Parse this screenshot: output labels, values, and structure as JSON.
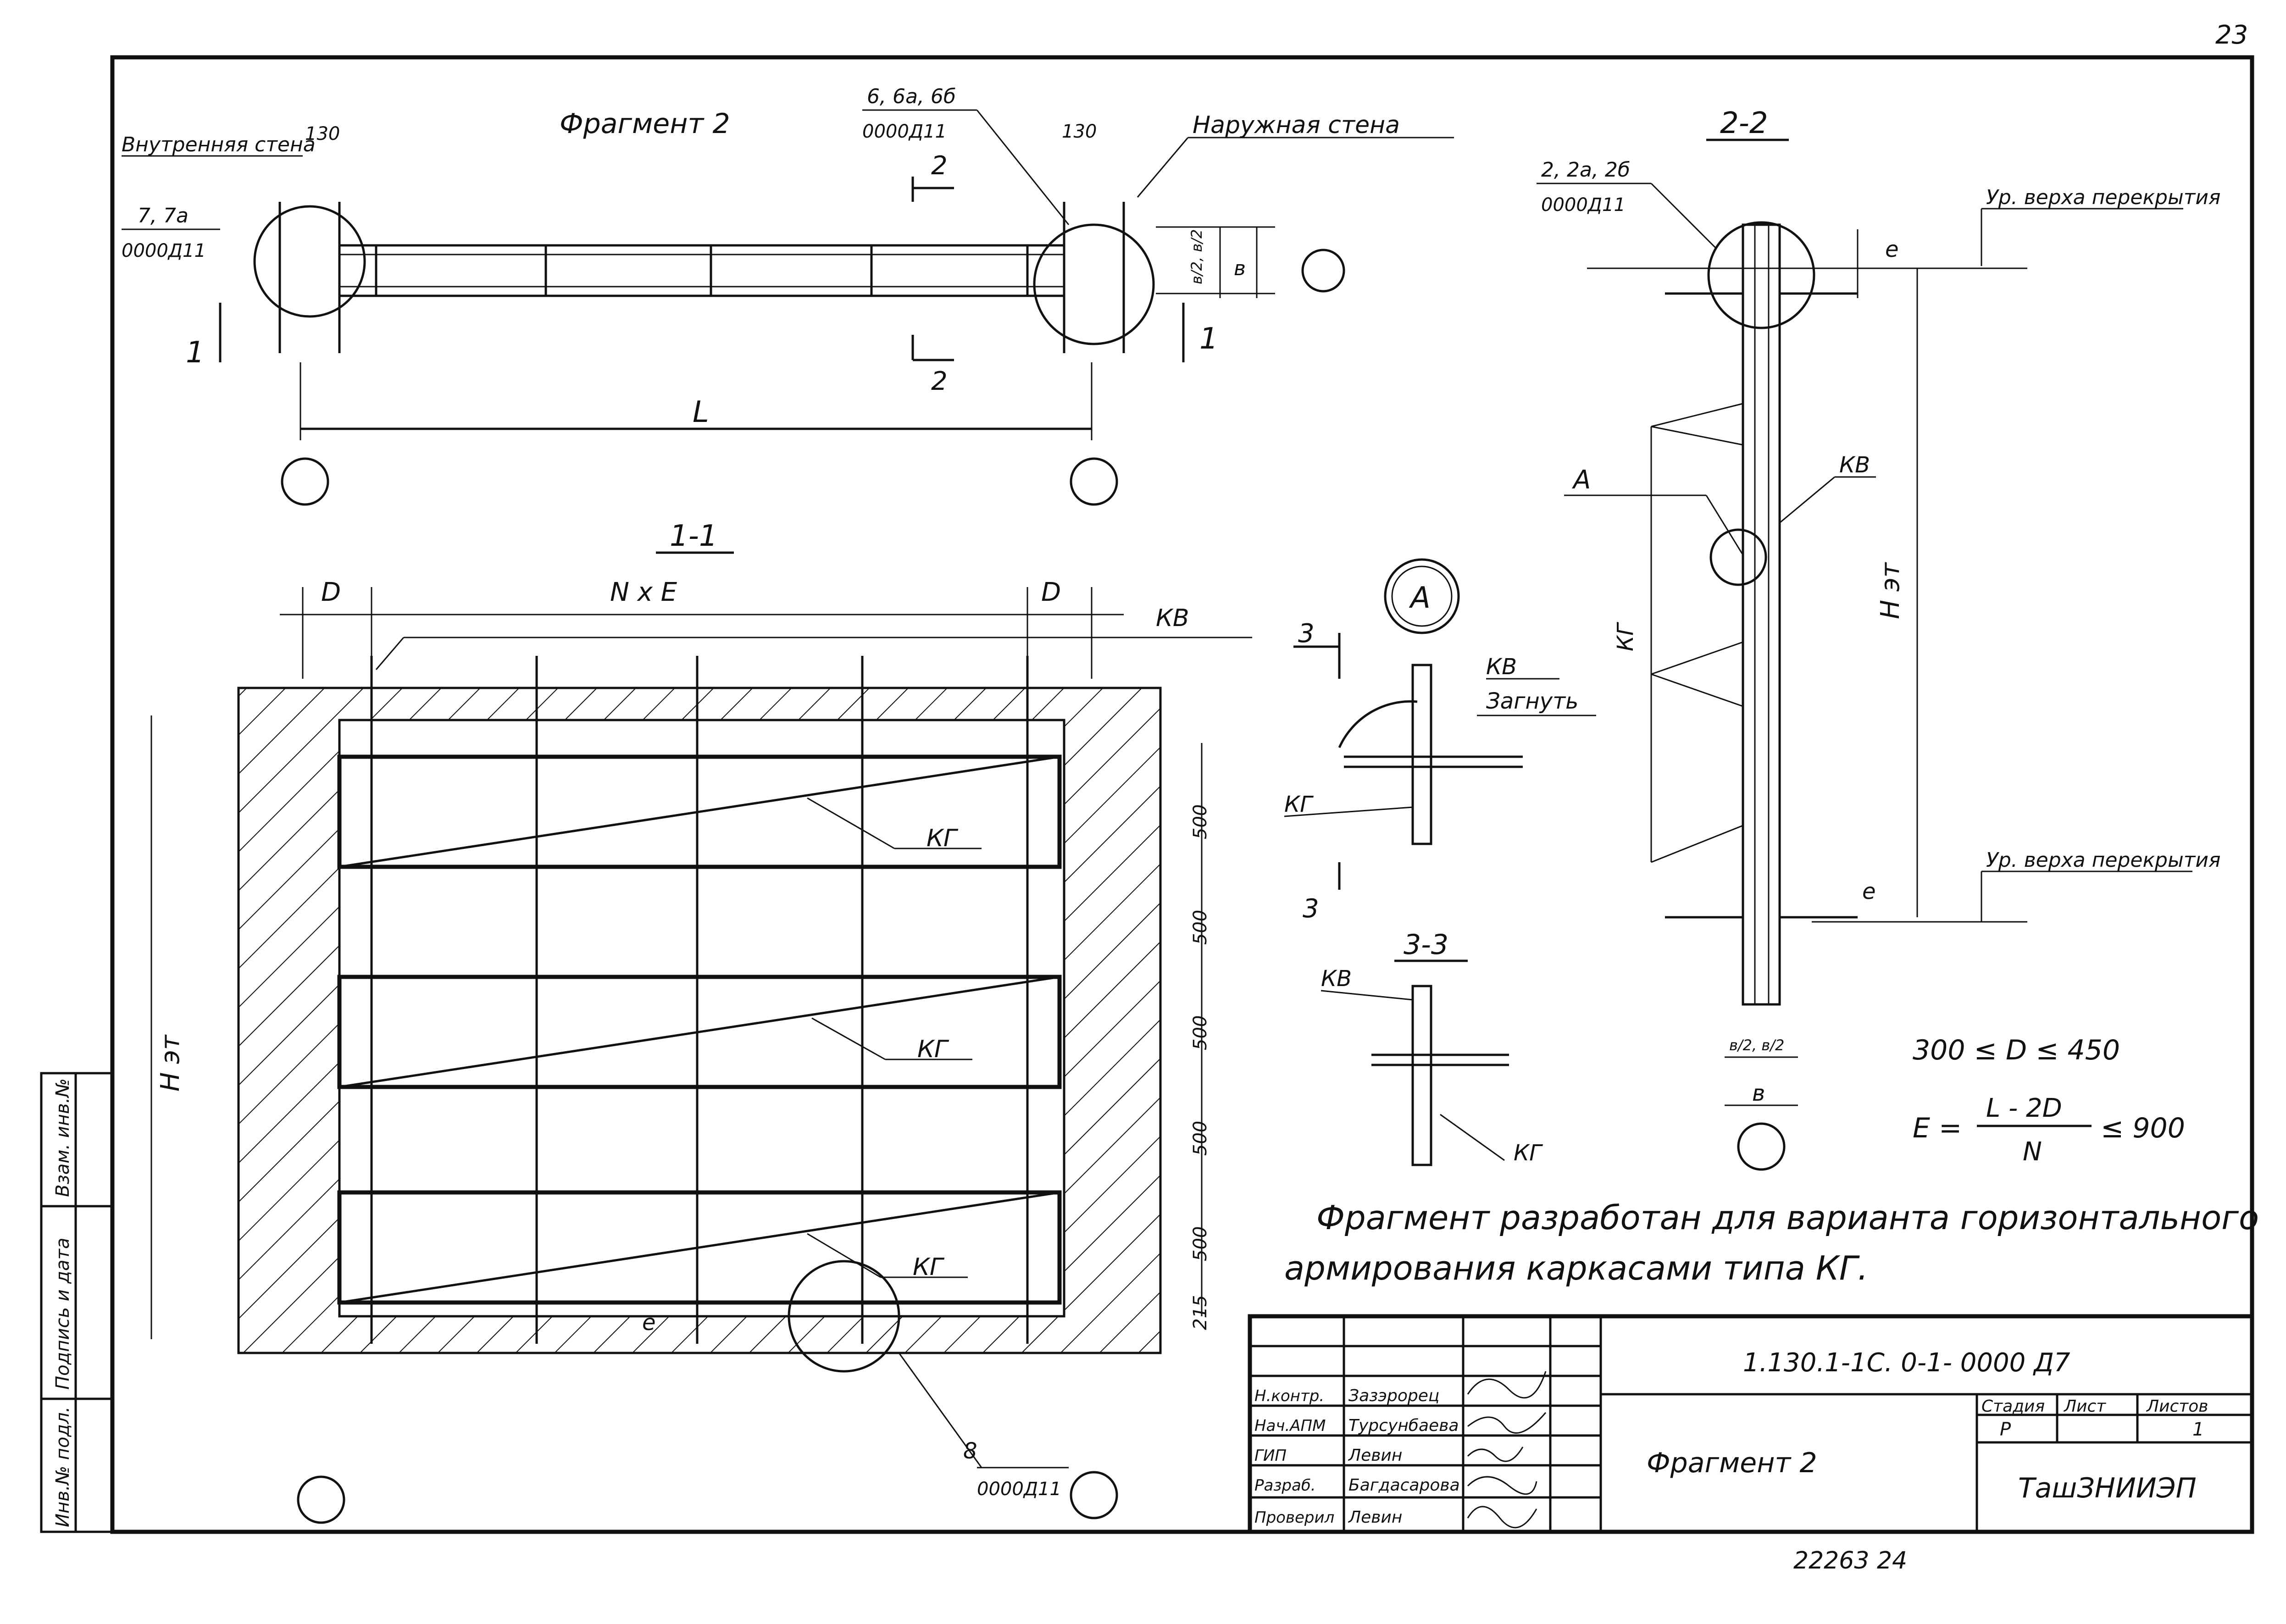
{
  "sheet_number": "23",
  "fragment_plan": {
    "title": "Фрагмент 2",
    "inner_wall": "Внутренняя стена",
    "outer_wall": "Наружная стена",
    "dim_130_left": "130",
    "dim_130_right": "130",
    "ref_left_marks": "7, 7а",
    "ref_left_code": "0000Д11",
    "ref_mid_marks": "6, 6а, 6б",
    "ref_mid_code": "0000Д11",
    "dim_b": "в",
    "dim_b2": "в/2, в/2",
    "span_label": "L",
    "section_mark_2": "2",
    "section_mark_1": "1"
  },
  "section_1_1": {
    "title": "1-1",
    "dim_d_left": "D",
    "dim_nxe": "N x E",
    "dim_d_right": "D",
    "label_kv": "КВ",
    "label_kg": "КГ",
    "height": "H эт",
    "dims_right": [
      "500",
      "500",
      "500",
      "500",
      "500",
      "215"
    ],
    "dim_bottom_right": "e",
    "ref_bottom_mark": "8",
    "ref_bottom_code": "0000Д11"
  },
  "detail_a": {
    "marker": "А",
    "section_mark": "3",
    "label_kv": "КВ",
    "bend_note": "Загнуть",
    "label_kg": "КГ"
  },
  "section_3_3": {
    "title": "3-3",
    "label_kv": "КВ",
    "label_kg": "КГ"
  },
  "section_2_2": {
    "title": "2-2",
    "ref_marks": "2, 2а, 2б",
    "ref_code": "0000Д11",
    "level_top": "Ур. верха перекрытия",
    "level_bottom": "Ур. верха перекрытия",
    "dim_e": "e",
    "label_a": "А",
    "label_kv": "КВ",
    "label_kg": "КГ",
    "height": "H эт",
    "dim_b2": "в/2, в/2",
    "dim_b": "в"
  },
  "formulas": {
    "range": "300 ≤ D ≤ 450",
    "e_lhs": "E =",
    "e_num": "L - 2D",
    "e_den": "N",
    "e_rhs": "≤ 900"
  },
  "note": {
    "line1": "Фрагмент разработан для варианта горизонтального",
    "line2": "армирования каркасами типа КГ."
  },
  "side_stamp": [
    "Взам. инв.№",
    "Подпись и дата",
    "Инв.№ подл."
  ],
  "title_block": {
    "doc_code": "1.130.1-1С. 0-1- 0000 Д7",
    "sheet_name": "Фрагмент 2",
    "col_stage": "Стадия",
    "col_sheet": "Лист",
    "col_sheets": "Листов",
    "stage": "Р",
    "sheets": "1",
    "org": "ТашЗНИИЭП",
    "rows": [
      {
        "role": "Н.контр.",
        "name": "Зазэрорец"
      },
      {
        "role": "Нач.АПМ",
        "name": "Турсунбаева"
      },
      {
        "role": "ГИП",
        "name": "Левин"
      },
      {
        "role": "Разраб.",
        "name": "Багдасарова"
      },
      {
        "role": "Проверил",
        "name": "Левин"
      }
    ],
    "footer_code": "22263 24"
  }
}
